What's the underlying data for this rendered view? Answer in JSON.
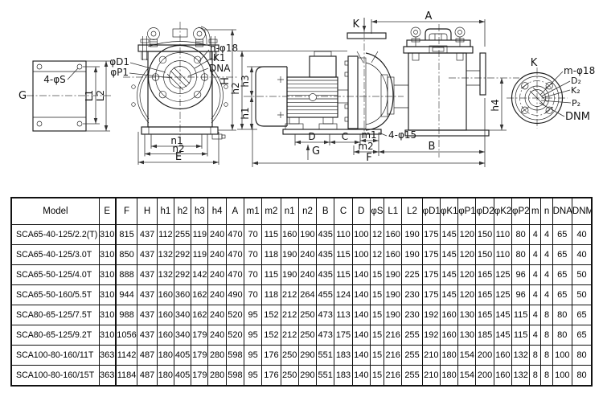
{
  "colors": {
    "ink": "#1b1b1b",
    "background": "#ffffff"
  },
  "diagram": {
    "plate_view": {
      "g": "G",
      "holes": "4-φS",
      "l1": "L1",
      "l2": "L2"
    },
    "front_view": {
      "phi_d1": "φD1",
      "phi_p1": "φP1",
      "n_phi18": "n-φ18",
      "k1": "K1",
      "dna": "DNA",
      "h": "H",
      "n1": "n1",
      "n2": "n2",
      "e": "E"
    },
    "side_view": {
      "k": "K",
      "h1": "h1",
      "h2": "h2",
      "h3": "h3",
      "d": "D",
      "c": "C",
      "m1": "m1",
      "m2": "m2",
      "g": "G",
      "f": "F",
      "holes": "4-φ15"
    },
    "tank_view": {
      "a": "A",
      "b": "B",
      "h4": "h4"
    },
    "flange_view": {
      "k": "K",
      "m_phi18": "m-φ18",
      "d2": "D₂",
      "k2": "K₂",
      "p2": "P₂",
      "dnm": "DNM"
    }
  },
  "table": {
    "columns": [
      "Model",
      "E",
      "F",
      "H",
      "h1",
      "h2",
      "h3",
      "h4",
      "A",
      "m1",
      "m2",
      "n1",
      "n2",
      "B",
      "C",
      "D",
      "φS",
      "L1",
      "L2",
      "φD1",
      "φK1",
      "φP1",
      "φD2",
      "φK2",
      "φP2",
      "m",
      "n",
      "DNA",
      "DNM"
    ],
    "rows": [
      [
        "SCA65-40-125/2.2(T)",
        "310",
        "815",
        "437",
        "112",
        "255",
        "119",
        "240",
        "470",
        "70",
        "115",
        "160",
        "190",
        "435",
        "110",
        "100",
        "12",
        "160",
        "190",
        "175",
        "145",
        "120",
        "150",
        "110",
        "80",
        "4",
        "4",
        "65",
        "40"
      ],
      [
        "SCA65-40-125/3.0T",
        "310",
        "850",
        "437",
        "132",
        "292",
        "119",
        "240",
        "470",
        "70",
        "118",
        "190",
        "240",
        "435",
        "115",
        "100",
        "12",
        "160",
        "190",
        "175",
        "145",
        "120",
        "150",
        "110",
        "80",
        "4",
        "4",
        "65",
        "40"
      ],
      [
        "SCA65-50-125/4.0T",
        "310",
        "888",
        "437",
        "132",
        "292",
        "142",
        "240",
        "470",
        "70",
        "115",
        "190",
        "240",
        "435",
        "115",
        "140",
        "15",
        "190",
        "225",
        "175",
        "145",
        "120",
        "165",
        "125",
        "96",
        "4",
        "4",
        "65",
        "50"
      ],
      [
        "SCA65-50-160/5.5T",
        "310",
        "944",
        "437",
        "160",
        "360",
        "162",
        "240",
        "490",
        "70",
        "118",
        "212",
        "264",
        "455",
        "124",
        "140",
        "15",
        "190",
        "230",
        "175",
        "145",
        "120",
        "165",
        "125",
        "96",
        "4",
        "4",
        "65",
        "50"
      ],
      [
        "SCA80-65-125/7.5T",
        "310",
        "988",
        "437",
        "160",
        "340",
        "162",
        "240",
        "520",
        "95",
        "152",
        "212",
        "250",
        "473",
        "113",
        "140",
        "15",
        "190",
        "230",
        "192",
        "160",
        "130",
        "165",
        "145",
        "115",
        "4",
        "8",
        "80",
        "65"
      ],
      [
        "SCA80-65-125/9.2T",
        "310",
        "1056",
        "437",
        "160",
        "340",
        "179",
        "240",
        "520",
        "95",
        "152",
        "212",
        "250",
        "473",
        "175",
        "140",
        "15",
        "216",
        "255",
        "192",
        "160",
        "130",
        "185",
        "145",
        "115",
        "4",
        "8",
        "80",
        "65"
      ],
      [
        "SCA100-80-160/11T",
        "363",
        "1142",
        "487",
        "180",
        "405",
        "179",
        "280",
        "598",
        "95",
        "176",
        "250",
        "290",
        "551",
        "183",
        "140",
        "15",
        "216",
        "255",
        "210",
        "180",
        "154",
        "200",
        "160",
        "132",
        "8",
        "8",
        "100",
        "80"
      ],
      [
        "SCA100-80-160/15T",
        "363",
        "1184",
        "487",
        "180",
        "405",
        "179",
        "280",
        "598",
        "95",
        "176",
        "250",
        "290",
        "551",
        "183",
        "140",
        "15",
        "216",
        "255",
        "210",
        "180",
        "154",
        "200",
        "160",
        "132",
        "8",
        "8",
        "100",
        "80"
      ]
    ]
  }
}
